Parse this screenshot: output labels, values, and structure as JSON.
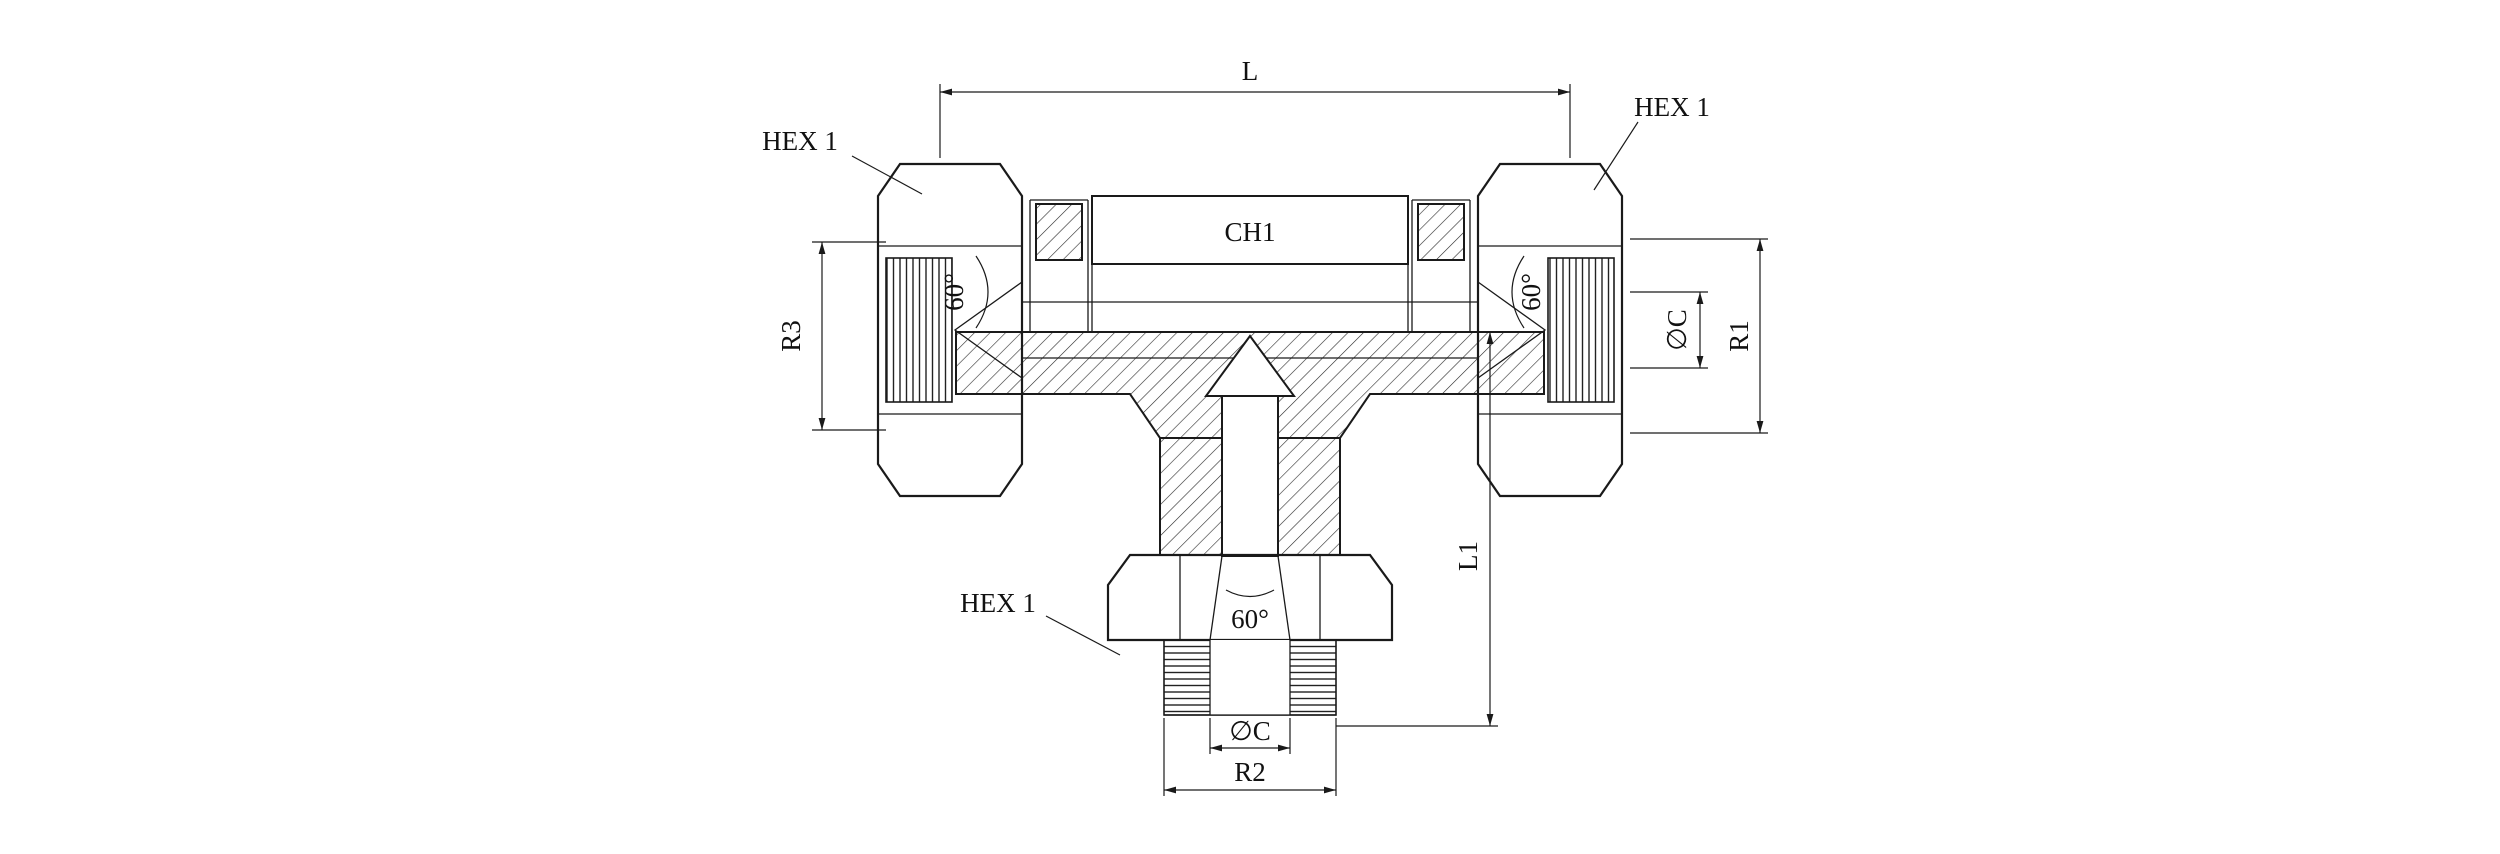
{
  "drawing": {
    "kind": "technical-section-drawing-tee-fitting",
    "labels": {
      "dim_length": "L",
      "hex_left": "HEX 1",
      "hex_right": "HEX 1",
      "hex_bottom": "HEX 1",
      "center_hex": "CH1",
      "cone_angle_left": "60°",
      "cone_angle_right": "60°",
      "cone_angle_bottom": "60°",
      "thread_left": "R3",
      "bore_right": "∅C",
      "thread_right": "R1",
      "dim_height": "L1",
      "bore_bottom": "∅C",
      "thread_bottom": "R2"
    },
    "colors": {
      "line": "#1a1a1a",
      "background": "#ffffff"
    }
  }
}
